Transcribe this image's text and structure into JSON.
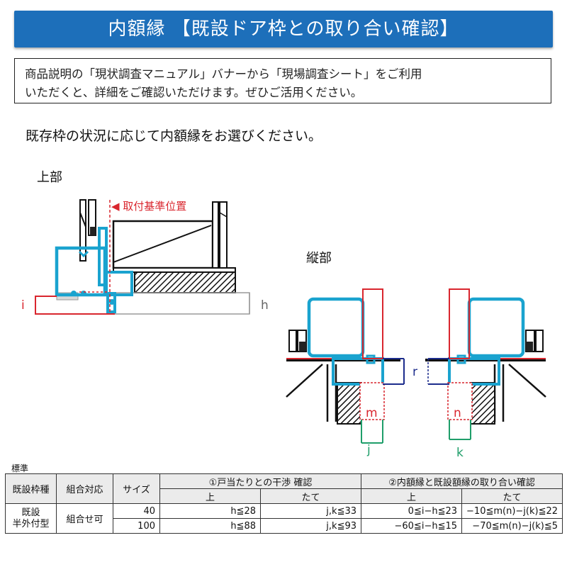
{
  "banner": {
    "title": "内額縁 【既設ドア枠との取り合い確認】"
  },
  "notice": {
    "line1": "商品説明の「現状調査マニュアル」バナーから「現場調査シート」をご利用",
    "line2": "いただくと、詳細をご確認いただけます。ぜひご活用ください。"
  },
  "intro": "既存枠の状況に応じて内額縁をお選びください。",
  "diagram": {
    "top_section": "上部",
    "side_section": "縦部",
    "reference_label": "◀ 取付基準位置",
    "labels": {
      "i": "i",
      "h": "h",
      "r": "r",
      "m": "m",
      "j": "j",
      "n": "n",
      "k": "k"
    },
    "colors": {
      "profile": "#1aa3cf",
      "red": "#d9262e",
      "navy": "#1c2c8c",
      "green": "#1f9e6a",
      "gray": "#9a9a9a"
    }
  },
  "table": {
    "caption": "標準",
    "headers": {
      "frame_type": "既設枠種",
      "combination": "組合対応",
      "size": "サイズ",
      "check1": "①戸当たりとの干渉 確認",
      "check2": "②内額縁と既設額縁の取り合い確認",
      "top": "上",
      "vertical": "たて"
    },
    "frame_type_value": "既設\n半外付型",
    "combination_value": "組合せ可",
    "rows": [
      {
        "size": "40",
        "c1_top": "h≦28",
        "c1_vert": "j,k≦33",
        "c2_top": "0≦i−h≦23",
        "c2_vert": "−10≦m(n)−j(k)≦22"
      },
      {
        "size": "100",
        "c1_top": "h≦88",
        "c1_vert": "j,k≦93",
        "c2_top": "−60≦i−h≦15",
        "c2_vert": "−70≦m(n)−j(k)≦5"
      }
    ]
  }
}
